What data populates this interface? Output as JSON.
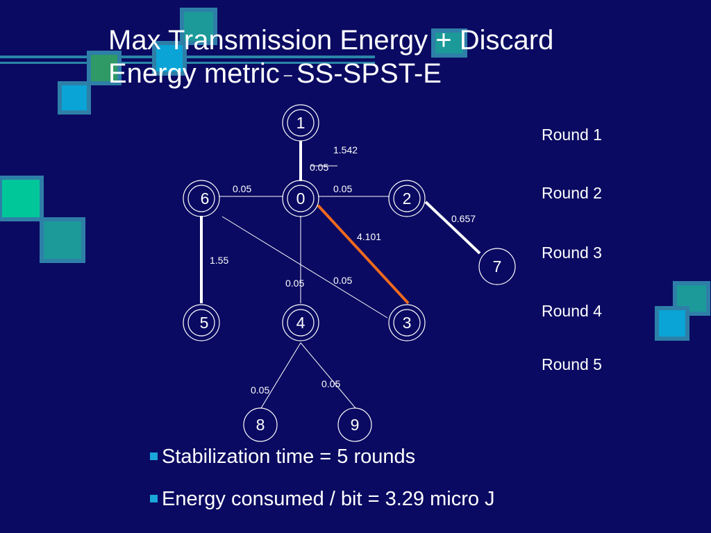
{
  "title": {
    "line1": "Max Transmission Energy + Discard",
    "line2_pre": "Energy metric",
    "dash": "–",
    "line2_post": "SS-SPST-E"
  },
  "rounds": [
    "Round 1",
    "Round 2",
    "Round 3",
    "Round 4",
    "Round 5"
  ],
  "graph": {
    "nodes": [
      {
        "id": "n0",
        "label": "0"
      },
      {
        "id": "n1",
        "label": "1"
      },
      {
        "id": "n2",
        "label": "2"
      },
      {
        "id": "n3",
        "label": "3"
      },
      {
        "id": "n4",
        "label": "4"
      },
      {
        "id": "n5",
        "label": "5"
      },
      {
        "id": "n6",
        "label": "6"
      },
      {
        "id": "n7",
        "label": "7"
      },
      {
        "id": "n8",
        "label": "8"
      },
      {
        "id": "n9",
        "label": "9"
      }
    ],
    "edge_labels": {
      "e01": "1.542",
      "e01b": "0.05",
      "e60": "0.05",
      "e02": "0.05",
      "e27": "0.657",
      "e03": "4.101",
      "e65": "1.55",
      "e04": "0.05",
      "e63": "0.05",
      "e48": "0.05",
      "e49": "0.05"
    },
    "colors": {
      "highlight": "#f06a1e",
      "tree": "#ffffff"
    }
  },
  "bullets": [
    "Stabilization time = 5 rounds",
    "Energy consumed / bit = 3.29 micro J"
  ]
}
